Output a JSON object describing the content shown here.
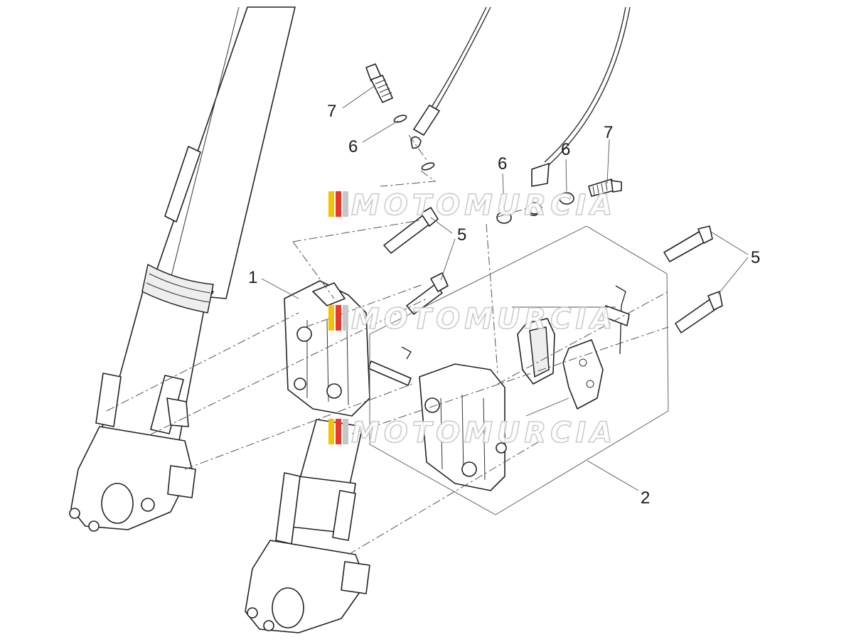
{
  "watermark": {
    "text": "MOTOMURCIA",
    "stripe_colors": [
      "#f2c300",
      "#e8392b",
      "#c7c7c7"
    ]
  },
  "callouts": [
    {
      "id": "1",
      "label": "1"
    },
    {
      "id": "2",
      "label": "2"
    },
    {
      "id": "5a",
      "label": "5"
    },
    {
      "id": "5b",
      "label": "5"
    },
    {
      "id": "6a",
      "label": "6"
    },
    {
      "id": "6b",
      "label": "6"
    },
    {
      "id": "6c",
      "label": "6"
    },
    {
      "id": "7a",
      "label": "7"
    },
    {
      "id": "7b",
      "label": "7"
    }
  ]
}
